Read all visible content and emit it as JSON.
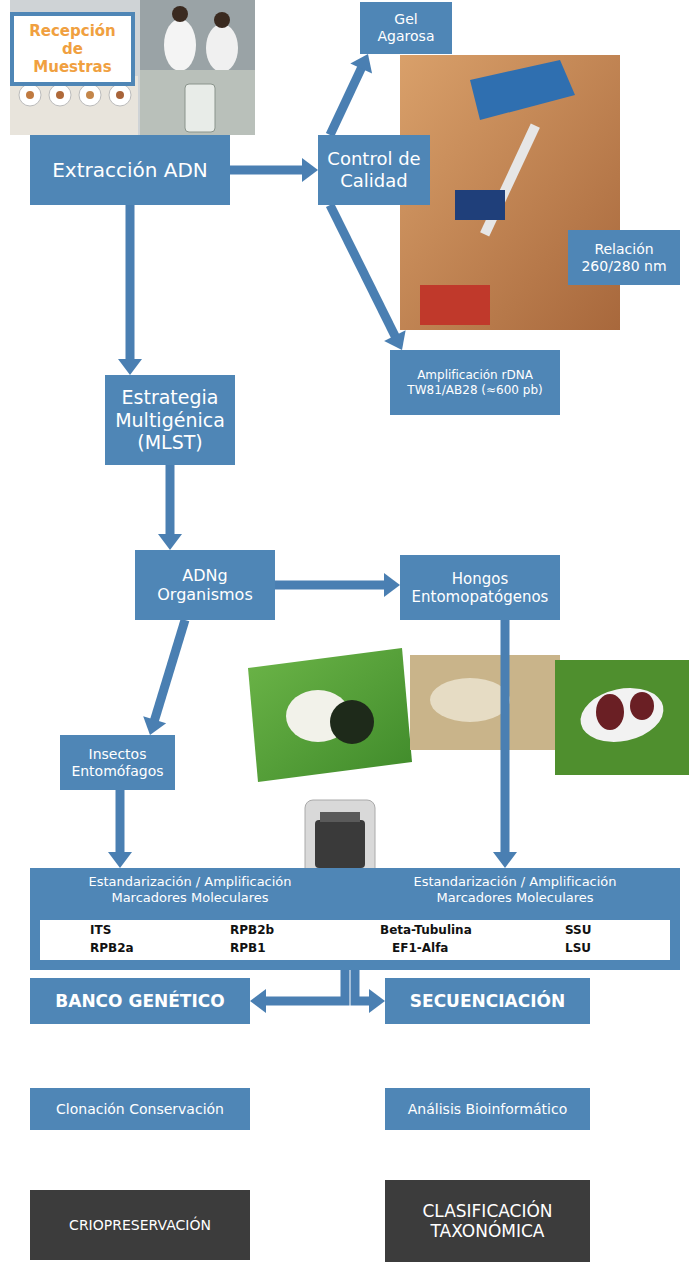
{
  "diagram": {
    "nodes": [
      {
        "text": [
          "Recepción de Muestras"
        ]
      },
      {
        "text": [
          "Extracción ADN"
        ]
      },
      {
        "text": [
          "Gel Agarosa"
        ]
      },
      {
        "text": [
          "Control de Calidad"
        ]
      },
      {
        "text": [
          "Relación 260/280 nm"
        ]
      },
      {
        "text": [
          "Amplificación rDNA TW81/AB28 (≈600 pb)"
        ]
      },
      {
        "text": [
          "Estrategia Multigénica (MLST)"
        ]
      },
      {
        "text": [
          "ADNg Organismos"
        ]
      },
      {
        "text": [
          "Hongos Entomopatógenos"
        ]
      },
      {
        "text": [
          "Insectos Entomófagos"
        ]
      },
      {
        "text": [
          "Estandarización / Amplificación Marcadores Moleculares"
        ]
      },
      {
        "text": [
          "Estandarización / Amplificación Marcadores Moleculares"
        ]
      },
      {
        "text": [
          "BANCO GENÉTICO"
        ]
      },
      {
        "text": [
          "SECUENCIACIÓN"
        ]
      },
      {
        "text": [
          "Clonación Conservación"
        ]
      },
      {
        "text": [
          "Análisis Bioinformático"
        ]
      },
      {
        "text": [
          "CRIOPRESERVACIÓN"
        ]
      },
      {
        "text": [
          "CLASIFICACIÓN TAXONÓMICA"
        ]
      }
    ],
    "edges": [
      {
        "from": 1,
        "to": 3,
        "arrow": "to"
      },
      {
        "from": 1,
        "to": 6,
        "arrow": "to"
      },
      {
        "from": 3,
        "to": 2,
        "arrow": "to"
      },
      {
        "from": 3,
        "to": 5,
        "arrow": "to"
      },
      {
        "from": 6,
        "to": 7,
        "arrow": "to"
      },
      {
        "from": 7,
        "to": 8,
        "arrow": "to"
      },
      {
        "from": 7,
        "to": 9,
        "arrow": "to"
      },
      {
        "from": 9,
        "to": 10,
        "arrow": "to"
      },
      {
        "from": 8,
        "to": 11,
        "arrow": "to"
      },
      {
        "from": 10,
        "to": 12,
        "arrow": "to"
      },
      {
        "from": 11,
        "to": 13,
        "arrow": "to"
      }
    ],
    "labels": [
      "ITS",
      "RPB2b",
      "Beta-Tubulina",
      "SSU",
      "RPB2a",
      "RPB1",
      "EF1-Alfa",
      "LSU"
    ]
  }
}
